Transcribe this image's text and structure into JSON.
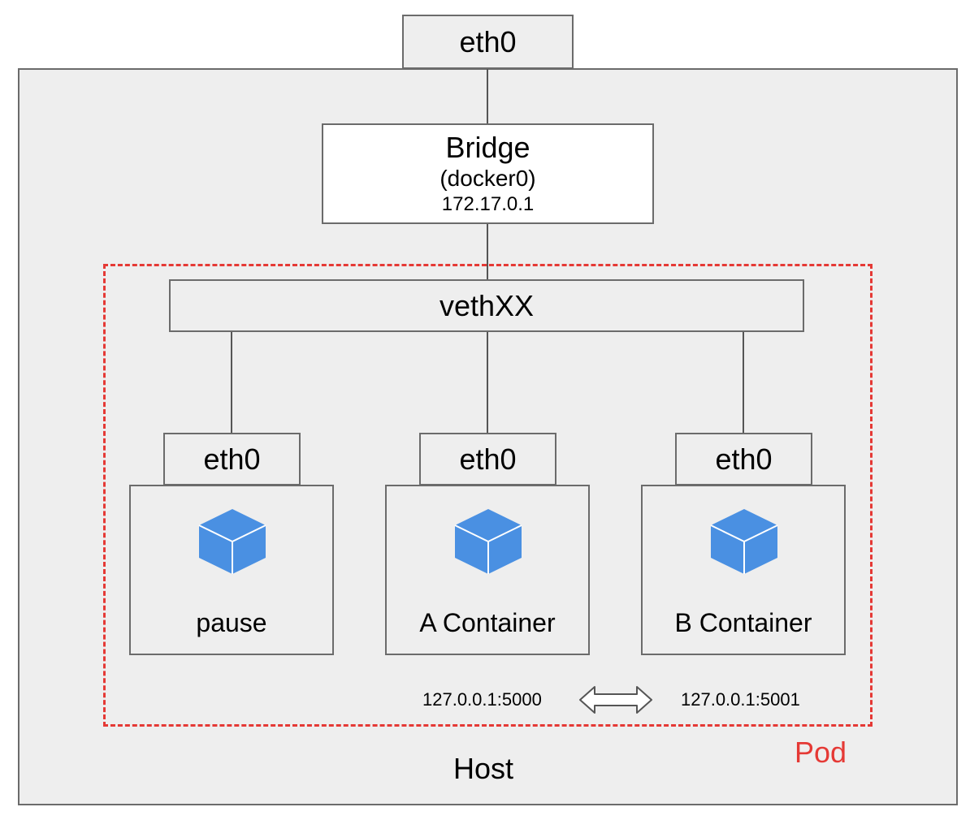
{
  "host": {
    "label": "Host",
    "eth0": "eth0"
  },
  "bridge": {
    "name": "Bridge",
    "device": "(docker0)",
    "ip": "172.17.0.1"
  },
  "veth": {
    "label": "vethXX"
  },
  "pod": {
    "label": "Pod"
  },
  "containers": [
    {
      "eth": "eth0",
      "name": "pause"
    },
    {
      "eth": "eth0",
      "name": "A Container"
    },
    {
      "eth": "eth0",
      "name": "B Container"
    }
  ],
  "loopback": {
    "left": "127.0.0.1:5000",
    "right": "127.0.0.1:5001"
  },
  "colors": {
    "pod_border": "#e53935",
    "cube": "#4a90e2",
    "box_fill": "#eeeeee",
    "border": "#6b6b6b"
  },
  "icons": {
    "container": "cube-icon",
    "link": "double-arrow-icon"
  }
}
